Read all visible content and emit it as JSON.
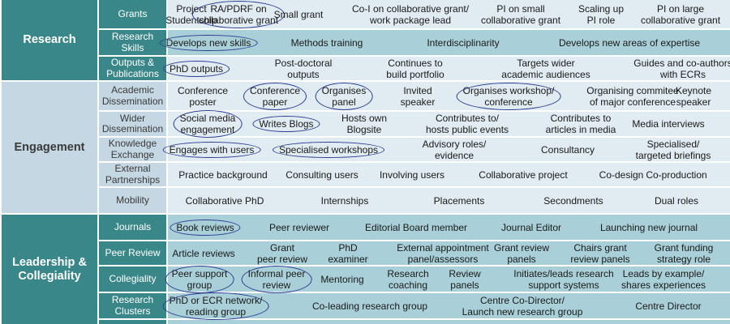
{
  "categories": {
    "research": "Research",
    "engagement": "Engagement",
    "leadership_line1": "Leadership &",
    "leadership_line2": "Collegiality"
  },
  "rows": {
    "grants": {
      "label": "Grants",
      "items": [
        {
          "l1": "Project",
          "l2": "Studentship",
          "circled": false
        },
        {
          "l1": "RA/PDRF on",
          "l2": "collaborative grant",
          "circled": true
        },
        {
          "l1": "Small grant",
          "l2": "",
          "circled": false
        },
        {
          "l1": "Co-I on collaborative grant/",
          "l2": "work package lead",
          "circled": false
        },
        {
          "l1": "PI on small",
          "l2": "collaborative grant",
          "circled": false
        },
        {
          "l1": "Scaling up",
          "l2": "PI role",
          "circled": false
        },
        {
          "l1": "PI on large",
          "l2": "collaborative grant",
          "circled": false
        }
      ]
    },
    "research_skills": {
      "label1": "Research",
      "label2": "Skills",
      "items": [
        {
          "l1": "Develops new skills",
          "l2": "",
          "circled": true
        },
        {
          "l1": "Methods training",
          "l2": "",
          "circled": false
        },
        {
          "l1": "Interdisciplinarity",
          "l2": "",
          "circled": false
        },
        {
          "l1": "Develops new areas of expertise",
          "l2": "",
          "circled": false
        }
      ]
    },
    "outputs": {
      "label1": "Outputs &",
      "label2": "Publications",
      "items": [
        {
          "l1": "PhD outputs",
          "l2": "",
          "circled": true
        },
        {
          "l1": "Post-doctoral",
          "l2": "outputs",
          "circled": false
        },
        {
          "l1": "Continues to",
          "l2": "build portfolio",
          "circled": false
        },
        {
          "l1": "Targets wider",
          "l2": "academic audiences",
          "circled": false
        },
        {
          "l1": "Guides and co-authors",
          "l2": "with ECRs",
          "circled": false
        }
      ]
    },
    "academic_dissemination": {
      "label1": "Academic",
      "label2": "Dissemination",
      "items": [
        {
          "l1": "Conference",
          "l2": "poster",
          "circled": false
        },
        {
          "l1": "Conference",
          "l2": "paper",
          "circled": true
        },
        {
          "l1": "Organises",
          "l2": "panel",
          "circled": true
        },
        {
          "l1": "Invited",
          "l2": "speaker",
          "circled": false
        },
        {
          "l1": "Organises workshop/",
          "l2": "conference",
          "circled": true
        },
        {
          "l1": "Organising commitee",
          "l2": "of major conference",
          "circled": false
        },
        {
          "l1": "Keynote",
          "l2": "speaker",
          "circled": false
        }
      ]
    },
    "wider_dissemination": {
      "label1": "Wider",
      "label2": "Dissemination",
      "items": [
        {
          "l1": "Social media",
          "l2": "engagement",
          "circled": true
        },
        {
          "l1": "Writes Blogs",
          "l2": "",
          "circled": true
        },
        {
          "l1": "Hosts own",
          "l2": "Blogsite",
          "circled": false
        },
        {
          "l1": "Contributes to/",
          "l2": "hosts public events",
          "circled": false
        },
        {
          "l1": "Contributes to",
          "l2": "articles in media",
          "circled": false
        },
        {
          "l1": "Media interviews",
          "l2": "",
          "circled": false
        }
      ]
    },
    "knowledge_exchange": {
      "label1": "Knowledge",
      "label2": "Exchange",
      "items": [
        {
          "l1": "Engages with users",
          "l2": "",
          "circled": true
        },
        {
          "l1": "Specialised workshops",
          "l2": "",
          "circled": true
        },
        {
          "l1": "Advisory roles/",
          "l2": "evidence",
          "circled": false
        },
        {
          "l1": "Consultancy",
          "l2": "",
          "circled": false
        },
        {
          "l1": "Specialised/",
          "l2": "targeted briefings",
          "circled": false
        }
      ]
    },
    "external_partnerships": {
      "label1": "External",
      "label2": "Partnerships",
      "items": [
        {
          "l1": "Practice background",
          "l2": "",
          "circled": false
        },
        {
          "l1": "Consulting users",
          "l2": "",
          "circled": false
        },
        {
          "l1": "Involving users",
          "l2": "",
          "circled": false
        },
        {
          "l1": "Collaborative project",
          "l2": "",
          "circled": false
        },
        {
          "l1": "Co-design",
          "l2": "",
          "circled": false
        },
        {
          "l1": "Co-production",
          "l2": "",
          "circled": false
        }
      ]
    },
    "mobility": {
      "label": "Mobility",
      "items": [
        {
          "l1": "Collaborative PhD",
          "l2": "",
          "circled": false
        },
        {
          "l1": "Internships",
          "l2": "",
          "circled": false
        },
        {
          "l1": "Placements",
          "l2": "",
          "circled": false
        },
        {
          "l1": "Secondments",
          "l2": "",
          "circled": false
        },
        {
          "l1": "Dual roles",
          "l2": "",
          "circled": false
        }
      ]
    },
    "journals": {
      "label": "Journals",
      "items": [
        {
          "l1": "Book reviews",
          "l2": "",
          "circled": true
        },
        {
          "l1": "Peer reviewer",
          "l2": "",
          "circled": false
        },
        {
          "l1": "Editorial Board member",
          "l2": "",
          "circled": false
        },
        {
          "l1": "Journal Editor",
          "l2": "",
          "circled": false
        },
        {
          "l1": "Launching new journal",
          "l2": "",
          "circled": false
        }
      ]
    },
    "peer_review": {
      "label": "Peer Review",
      "items": [
        {
          "l1": "Article reviews",
          "l2": "",
          "circled": false
        },
        {
          "l1": "Grant",
          "l2": "peer review",
          "circled": false
        },
        {
          "l1": "PhD",
          "l2": "examiner",
          "circled": false
        },
        {
          "l1": "External appointment",
          "l2": "panel/assessors",
          "circled": false
        },
        {
          "l1": "Grant review",
          "l2": "panels",
          "circled": false
        },
        {
          "l1": "Chairs grant",
          "l2": "review panels",
          "circled": false
        },
        {
          "l1": "Grant funding",
          "l2": "strategy role",
          "circled": false
        }
      ]
    },
    "collegiality": {
      "label": "Collegiality",
      "items": [
        {
          "l1": "Peer support",
          "l2": "group",
          "circled": true
        },
        {
          "l1": "Informal peer",
          "l2": "review",
          "circled": true
        },
        {
          "l1": "Mentoring",
          "l2": "",
          "circled": false
        },
        {
          "l1": "Research",
          "l2": "coaching",
          "circled": false
        },
        {
          "l1": "Review",
          "l2": "panels",
          "circled": false
        },
        {
          "l1": "Initiates/leads research",
          "l2": "support systems",
          "circled": false
        },
        {
          "l1": "Leads by example/",
          "l2": "shares experiences",
          "circled": false
        }
      ]
    },
    "research_clusters": {
      "label1": "Research",
      "label2": "Clusters",
      "items": [
        {
          "l1": "PhD or ECR network/",
          "l2": "reading group",
          "circled": true
        },
        {
          "l1": "Co-leading research group",
          "l2": "",
          "circled": false
        },
        {
          "l1": "Centre Co-Director/",
          "l2": "Launch new research group",
          "circled": false
        },
        {
          "l1": "Centre Director",
          "l2": "",
          "circled": false
        }
      ]
    }
  }
}
